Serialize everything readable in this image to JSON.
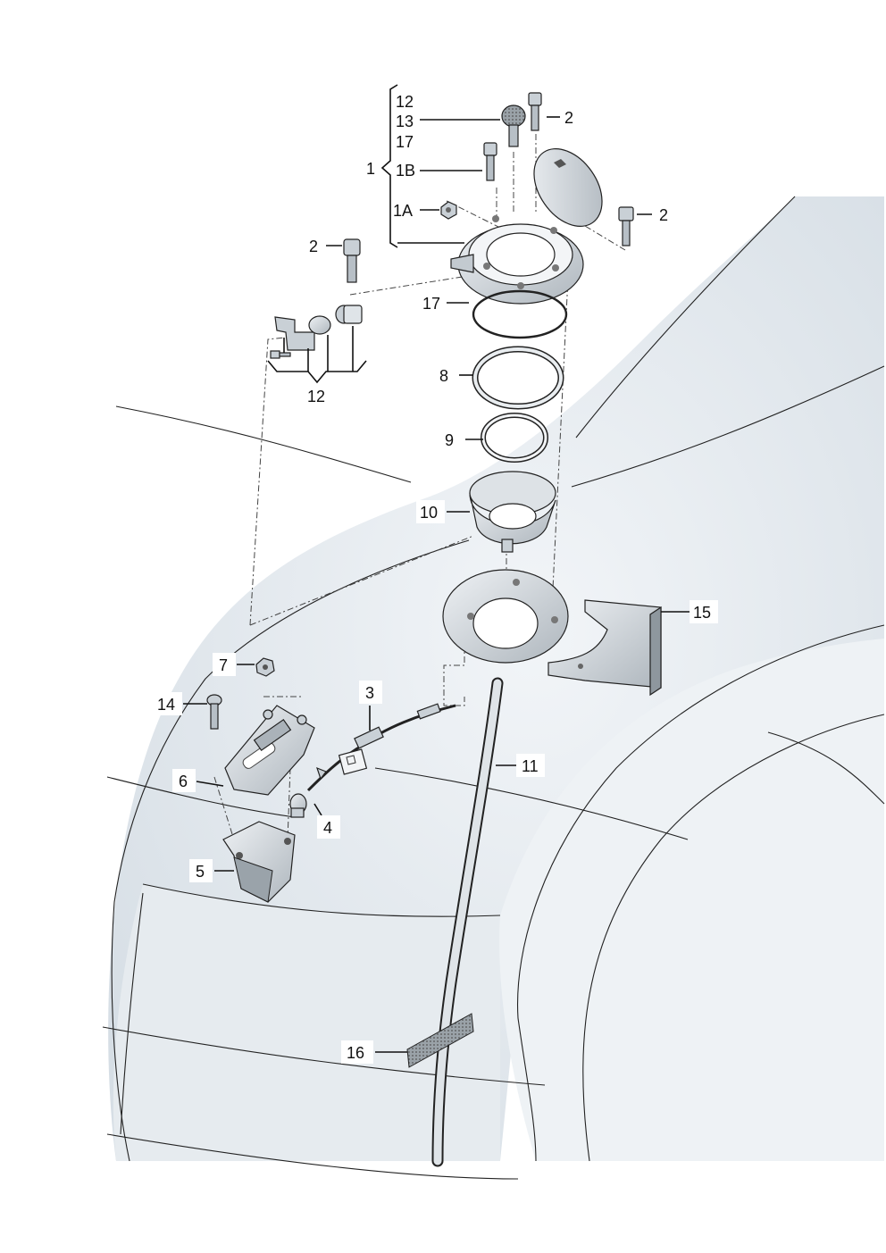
{
  "diagram": {
    "callouts": {
      "c12_top": "12",
      "c13": "13",
      "c17_top": "17",
      "c1": "1",
      "c1B": "1B",
      "c1A": "1A",
      "c2_a": "2",
      "c2_b": "2",
      "c2_c": "2",
      "c17": "17",
      "c12_bottom": "12",
      "c8": "8",
      "c9": "9",
      "c10": "10",
      "c15": "15",
      "c7": "7",
      "c3": "3",
      "c14": "14",
      "c11": "11",
      "c6": "6",
      "c4": "4",
      "c5": "5",
      "c16": "16"
    },
    "colors": {
      "body_fill": "#e3e9ee",
      "part_fill": "#d4dadf",
      "part_dark": "#9aa3aa",
      "line": "#222222"
    }
  }
}
